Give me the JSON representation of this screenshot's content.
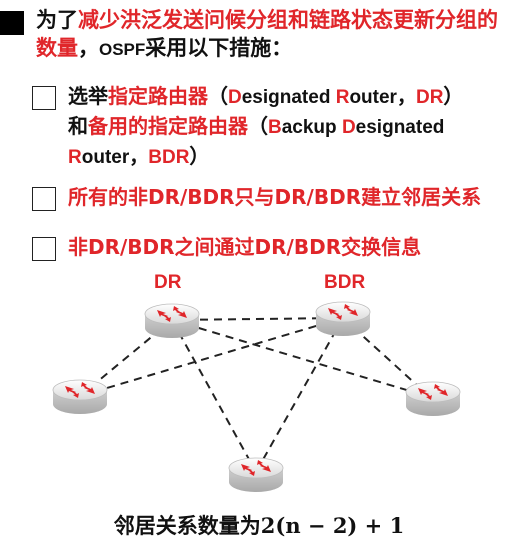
{
  "heading": {
    "part1": "为了",
    "part2": "减少洪泛发送问候分组和链路状态更新分组的数量",
    "part3": "，",
    "part4": "OSPF",
    "part5": "采用以下措施："
  },
  "items": [
    {
      "s1": "选举",
      "s2": "指定路由器",
      "s3": "（",
      "s4": "D",
      "s5": "esignated ",
      "s6": "R",
      "s7": "outer，",
      "s8": "DR",
      "s9": "）",
      "s10": "和",
      "s11": "备用的指定路由器",
      "s12": "（",
      "s13": "B",
      "s14": "ackup ",
      "s15": "D",
      "s16": "esignated ",
      "s17": "R",
      "s18": "outer，",
      "s19": "BDR",
      "s20": "）"
    },
    {
      "text": "所有的非DR/BDR只与DR/BDR建立邻居关系"
    },
    {
      "text": "非DR/BDR之间通过DR/BDR交换信息"
    }
  ],
  "diagram": {
    "dr_label": "DR",
    "bdr_label": "BDR",
    "router_icon": "router-icon",
    "link_style": "dashed"
  },
  "formula": {
    "prefix": "邻居关系数量为",
    "expr": "2(n − 2) + 1"
  },
  "colors": {
    "accent": "#e0262a",
    "router_body": "#eaeaea"
  }
}
